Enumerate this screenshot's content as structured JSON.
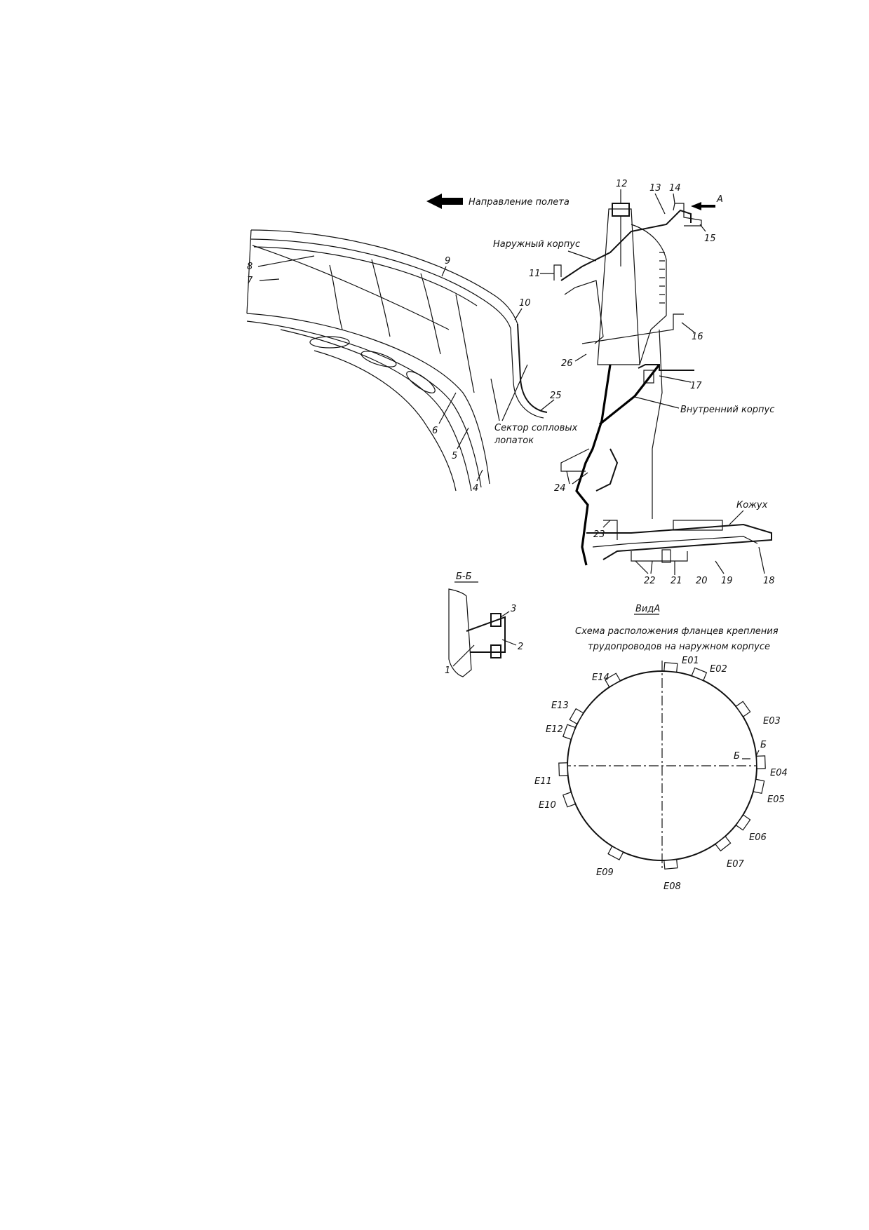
{
  "direction_label": "Направление полета",
  "outer_case_label": "Наружный корпус",
  "inner_case_label": "Внутренний корпус",
  "casing_label": "Кожух",
  "sector_label_line1": "Сектор сопловых",
  "sector_label_line2": "лопаток",
  "view_a_arrow_label": "A",
  "section_label": "Б-Б",
  "view_a_title": "ВидА",
  "scheme_caption_line1": "Схема расположения фланцев крепления",
  "scheme_caption_line2": "трудопроводов на наружном корпусе",
  "section_mark": "Б",
  "callouts": {
    "n1": "1",
    "n2": "2",
    "n3": "3",
    "n4": "4",
    "n5": "5",
    "n6": "6",
    "n7": "7",
    "n8": "8",
    "n9": "9",
    "n10": "10",
    "n11": "11",
    "n12": "12",
    "n13": "13",
    "n14": "14",
    "n15": "15",
    "n16": "16",
    "n17": "17",
    "n18": "18",
    "n19": "19",
    "n20": "20",
    "n21": "21",
    "n22": "22",
    "n23": "23",
    "n24": "24",
    "n25": "25",
    "n26": "26"
  },
  "flanges": {
    "e01": "E01",
    "e02": "E02",
    "e03": "E03",
    "e04": "E04",
    "e05": "E05",
    "e06": "E06",
    "e07": "E07",
    "e08": "E08",
    "e09": "E09",
    "e10": "E10",
    "e11": "E11",
    "e12": "E12",
    "e13": "E13",
    "e14": "E14"
  }
}
